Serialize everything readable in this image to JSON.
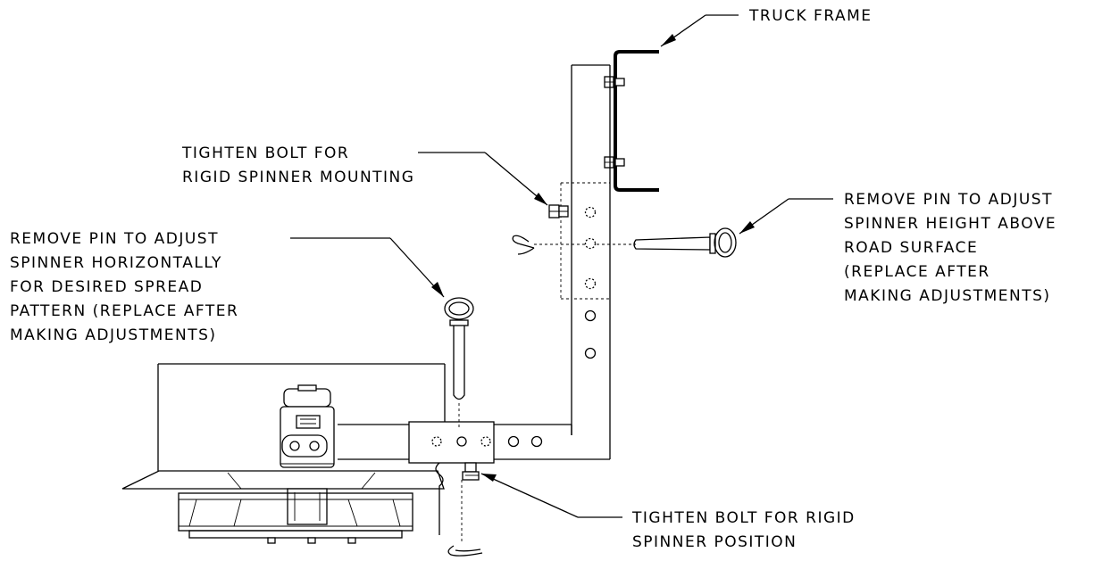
{
  "labels": {
    "truck_frame": "TRUCK FRAME",
    "tighten_mounting_1": "TIGHTEN BOLT FOR",
    "tighten_mounting_2": "RIGID SPINNER MOUNTING",
    "height_pin_1": "REMOVE PIN TO ADJUST",
    "height_pin_2": "SPINNER HEIGHT ABOVE",
    "height_pin_3": "ROAD SURFACE",
    "height_pin_4": "(REPLACE AFTER",
    "height_pin_5": "MAKING ADJUSTMENTS)",
    "horiz_pin_1": "REMOVE PIN TO ADJUST",
    "horiz_pin_2": "SPINNER HORIZONTALLY",
    "horiz_pin_3": "FOR DESIRED SPREAD",
    "horiz_pin_4": "PATTERN (REPLACE AFTER",
    "horiz_pin_5": "MAKING ADJUSTMENTS)",
    "tighten_position_1": "TIGHTEN BOLT FOR RIGID",
    "tighten_position_2": "SPINNER POSITION"
  }
}
